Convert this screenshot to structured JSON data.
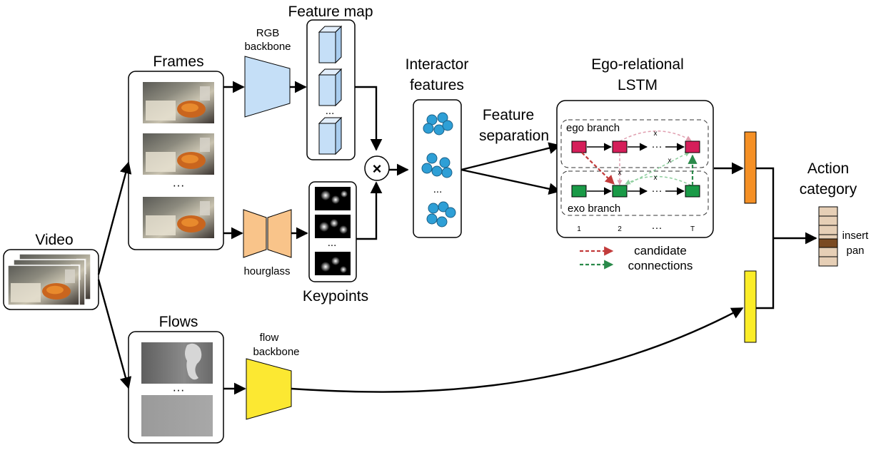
{
  "labels": {
    "video": "Video",
    "frames": "Frames",
    "flows": "Flows",
    "rgb_backbone_line1": "RGB",
    "rgb_backbone_line2": "backbone",
    "feature_map": "Feature map",
    "hourglass": "hourglass",
    "keypoints": "Keypoints",
    "interactor_line1": "Interactor",
    "interactor_line2": "features",
    "feature_sep_line1": "Feature",
    "feature_sep_line2": "separation",
    "ego_rel_line1": "Ego-relational",
    "ego_rel_line2": "LSTM",
    "ego_branch": "ego branch",
    "exo_branch": "exo branch",
    "t1": "1",
    "t2": "2",
    "tdots": "···",
    "tT": "T",
    "legend_line1": "candidate",
    "legend_line2": "connections",
    "flow_backbone_line1": "flow",
    "flow_backbone_line2": "backbone",
    "action_line1": "Action",
    "action_line2": "category",
    "output_line1": "insert",
    "output_line2": "pan",
    "dots": "...",
    "dots_h": "···",
    "multiply": "×",
    "cross_mark": "x"
  },
  "colors": {
    "rgb_backbone": "#c5dff7",
    "feature_cube": "#c5dff7",
    "hourglass": "#f9c48a",
    "flow_backbone": "#fce832",
    "interactor_dot": "#2e9fd6",
    "ego_node": "#d51f5a",
    "exo_node": "#1a9a47",
    "rgb_feature_bar": "#f59025",
    "flow_feature_bar": "#fbed28",
    "category_highlight": "#7a4a21",
    "category_cell": "#e6cfb6",
    "candidate_red": "#c23b3b",
    "candidate_green": "#2a8a4a"
  }
}
